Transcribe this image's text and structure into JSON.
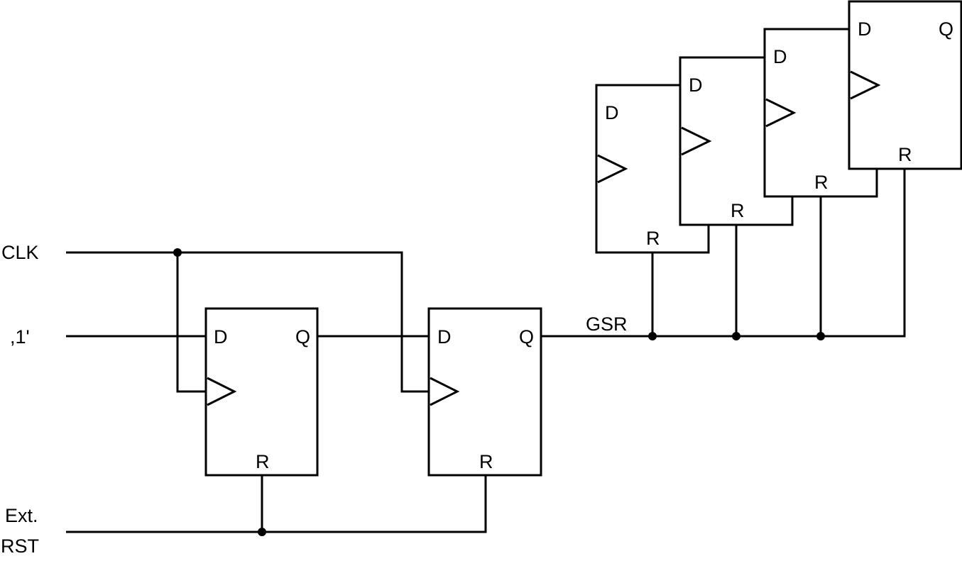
{
  "signals": {
    "clk": "CLK",
    "one": ",1'",
    "ext_rst_line1": "Ext.",
    "ext_rst_line2": "RST",
    "gsr": "GSR"
  },
  "ports": {
    "d": "D",
    "q": "Q",
    "r": "R"
  },
  "sync_flip_flops": [
    {
      "d": "D",
      "q": "Q",
      "r": "R"
    },
    {
      "d": "D",
      "q": "Q",
      "r": "R"
    }
  ],
  "reset_flip_flops": [
    {
      "d": "D",
      "r": "R"
    },
    {
      "d": "D",
      "r": "R"
    },
    {
      "d": "D",
      "r": "R"
    },
    {
      "d": "D",
      "q": "Q",
      "r": "R"
    }
  ]
}
